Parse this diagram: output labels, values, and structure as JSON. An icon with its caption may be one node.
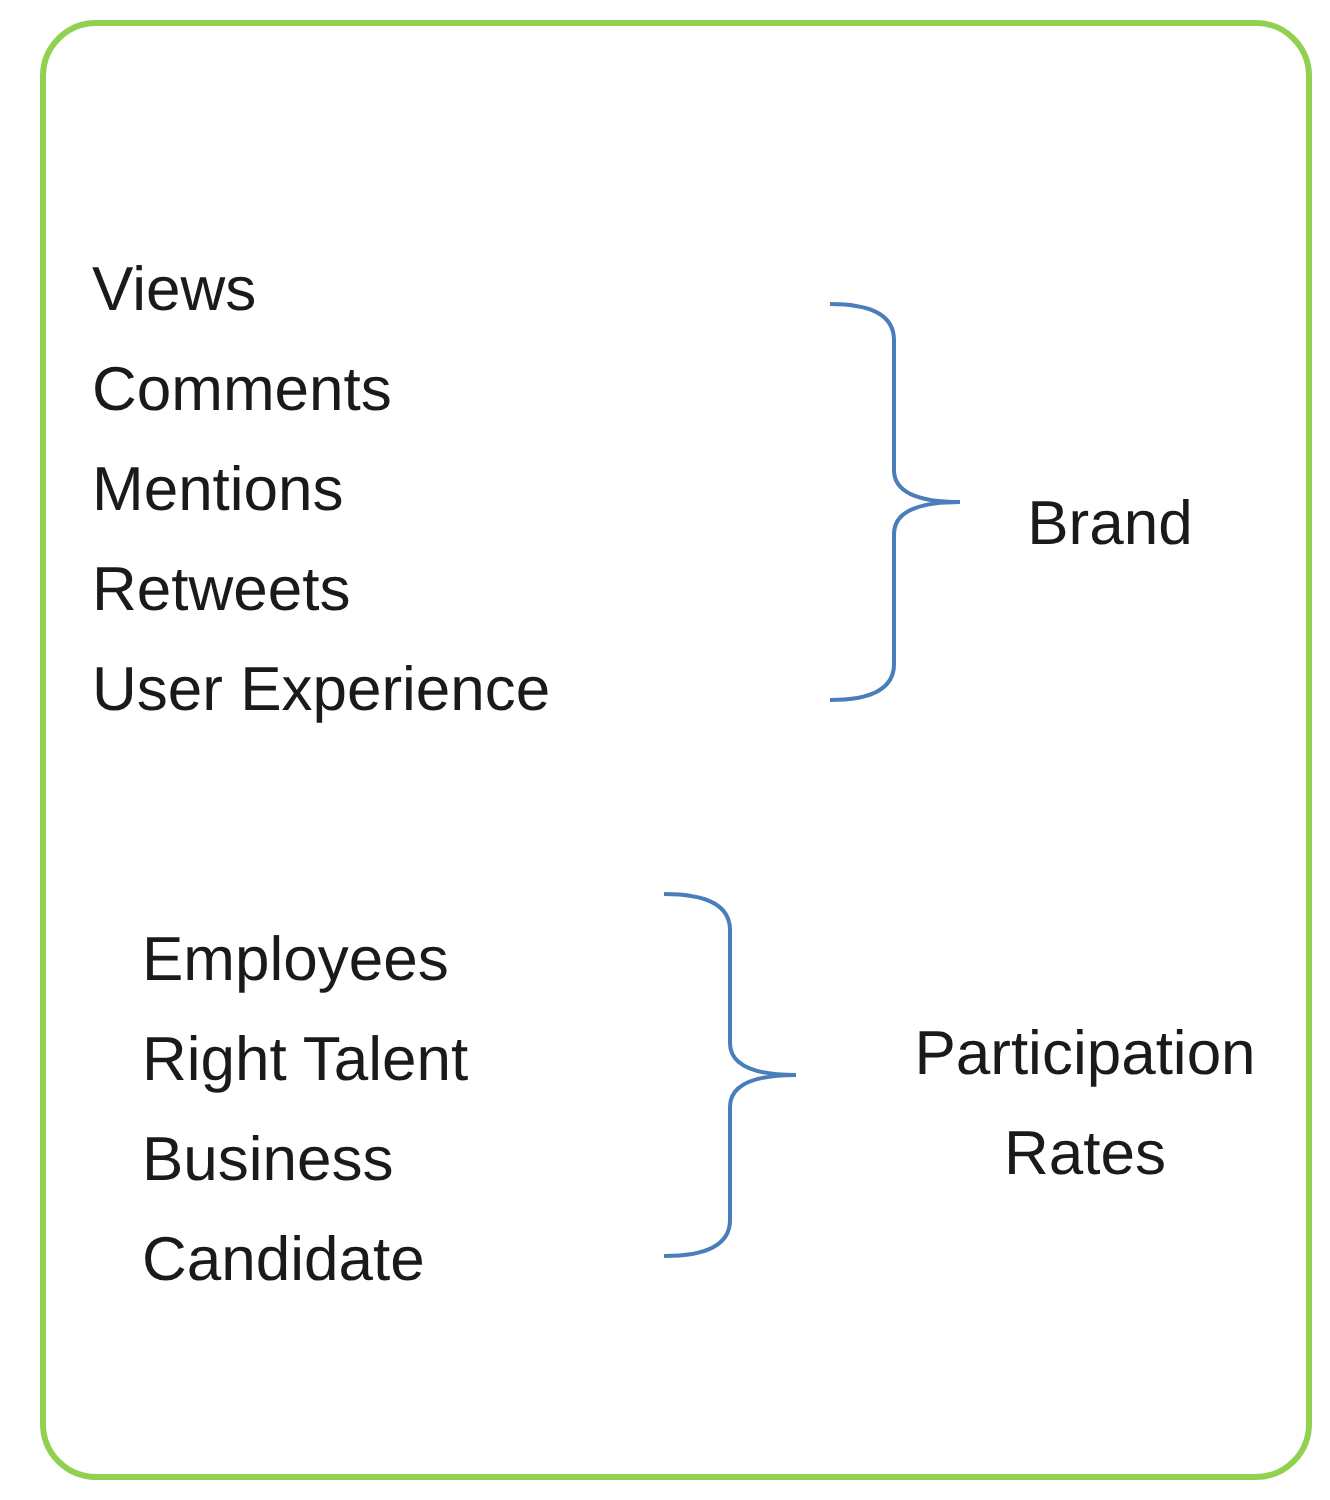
{
  "diagram": {
    "labels": [
      "Views",
      "Comments",
      "Mentions",
      "Retweets",
      "User Experience",
      "Brand",
      "Employees",
      "Right Talent",
      "Business",
      "Candidate",
      "Participation Rates"
    ]
  }
}
